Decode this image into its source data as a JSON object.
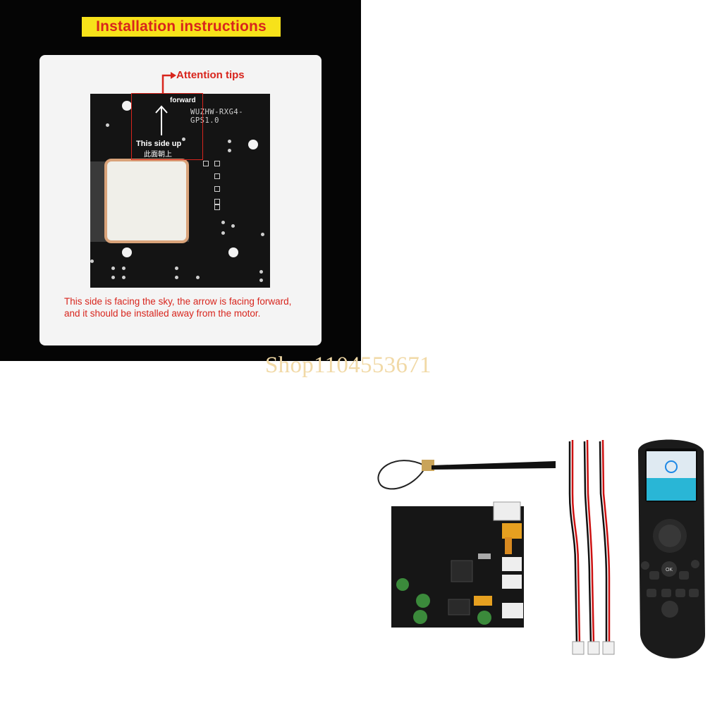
{
  "instructions": {
    "banner": "Installation instructions",
    "attention_tips": "Attention tips",
    "forward": "forward",
    "board_marking": "WUZHW-RXG4-GPS1.0",
    "side_up": "This side up",
    "side_up_cn": "此面朝上",
    "caption": "This side is facing the sky, the arrow is facing forward, and it should be installed away from the motor."
  },
  "watermark": "Shop1104553671",
  "remote": {
    "ok_label": "OK"
  },
  "colors": {
    "banner_bg": "#f7e21a",
    "accent_red": "#d8251d",
    "pcb_black": "#141414",
    "watermark": "#f1d9a6"
  }
}
